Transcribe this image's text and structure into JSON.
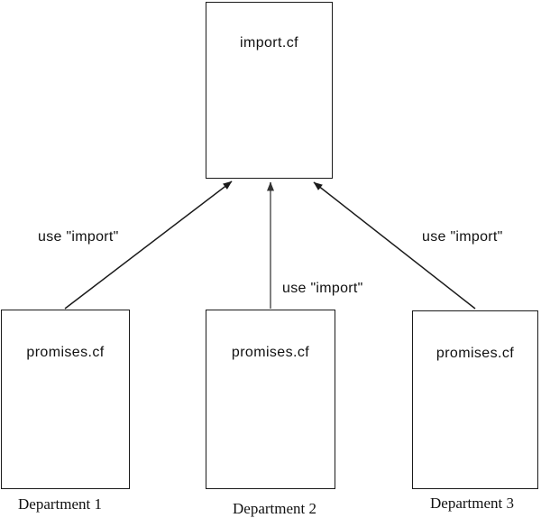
{
  "colors": {
    "box_border": "#1a1a1a",
    "edge": "#1a1a1a",
    "middle_edge": "#808080",
    "middle_arrowhead": "#333333",
    "background": "#ffffff",
    "text": "#111111"
  },
  "top_node": {
    "label": "import.cf"
  },
  "departments": [
    {
      "file_label": "promises.cf",
      "caption": "Department 1",
      "edge_label": "use \"import\""
    },
    {
      "file_label": "promises.cf",
      "caption": "Department 2",
      "edge_label": "use \"import\""
    },
    {
      "file_label": "promises.cf",
      "caption": "Department 3",
      "edge_label": "use \"import\""
    }
  ]
}
